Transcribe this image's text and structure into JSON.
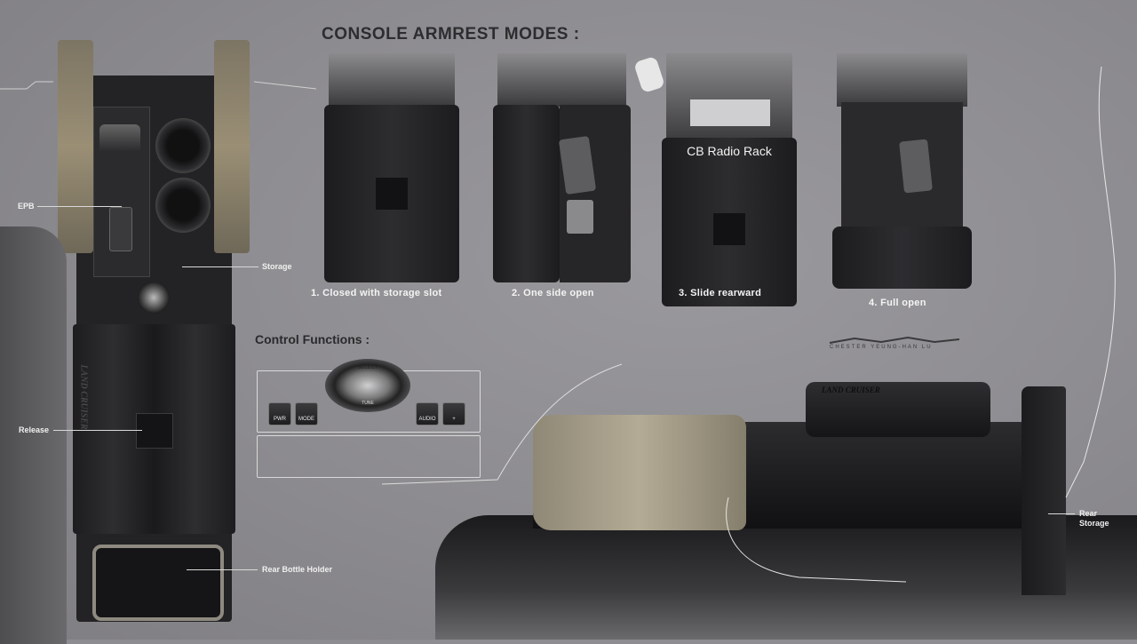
{
  "title": "CONSOLE ARMREST MODES :",
  "control_title": "Control Functions :",
  "callouts": {
    "epb": "EPB",
    "storage": "Storage",
    "release": "Release",
    "rear_bottle_holder": "Rear Bottle Holder",
    "rear_storage": "Rear Storage"
  },
  "modes": [
    {
      "caption": "1. Closed with storage slot"
    },
    {
      "caption": "2. One side open"
    },
    {
      "caption": "3. Slide rearward",
      "inner_label": "CB Radio Rack"
    },
    {
      "caption": "4. Full open"
    }
  ],
  "controls": {
    "buttons": [
      "PWR",
      "MODE",
      "AUDIO",
      "+"
    ],
    "knob_top": "SELECT",
    "knob_bottom": "TUNE"
  },
  "brand_text": "LAND CRUISER",
  "signature": {
    "name": "CHESTER YEUNG-HAN LU"
  },
  "colors": {
    "background": "#8d8c90",
    "console": "#1f1f21",
    "leather": "#a39a84",
    "accent": "#c9b99a"
  }
}
